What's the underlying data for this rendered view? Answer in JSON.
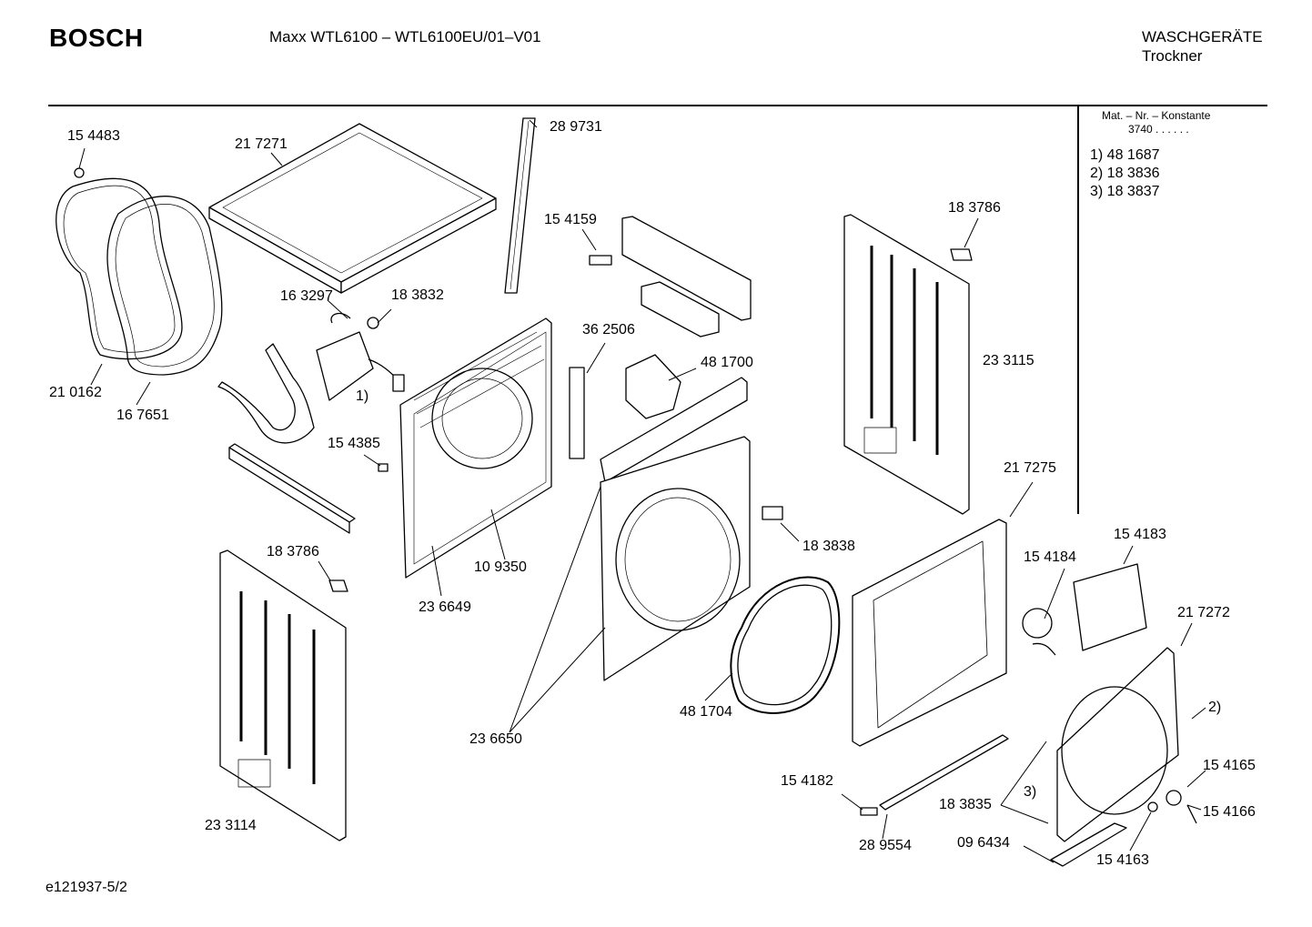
{
  "header": {
    "brand": "BOSCH",
    "model": "Maxx WTL6100 –  WTL6100EU/01–V01",
    "category_line1": "WASCHGERÄTE",
    "category_line2": "Trockner"
  },
  "sidebar": {
    "konstante_label": "Mat. – Nr. – Konstante",
    "konstante_value": "3740  .  .  .  .  .  .",
    "notes": [
      "1)  48 1687",
      "2)  18 3836",
      "3)  18 3837"
    ]
  },
  "footer": {
    "code": "e121937-5/2"
  },
  "parts": [
    {
      "id": "p1",
      "label": "15 4483"
    },
    {
      "id": "p2",
      "label": "21 7271"
    },
    {
      "id": "p3",
      "label": "28 9731"
    },
    {
      "id": "p4",
      "label": "15 4159"
    },
    {
      "id": "p5",
      "label": "18 3786"
    },
    {
      "id": "p6",
      "label": "16 3297"
    },
    {
      "id": "p7",
      "label": "18 3832"
    },
    {
      "id": "p8",
      "label": "36 2506"
    },
    {
      "id": "p9",
      "label": "48 1700"
    },
    {
      "id": "p10",
      "label": "23 3115"
    },
    {
      "id": "p11",
      "label": "1)"
    },
    {
      "id": "p12",
      "label": "21 0162"
    },
    {
      "id": "p13",
      "label": "16 7651"
    },
    {
      "id": "p14",
      "label": "15 4385"
    },
    {
      "id": "p15",
      "label": "21 7275"
    },
    {
      "id": "p16",
      "label": "18 3786"
    },
    {
      "id": "p17",
      "label": "10 9350"
    },
    {
      "id": "p18",
      "label": "18 3838"
    },
    {
      "id": "p19",
      "label": "15 4183"
    },
    {
      "id": "p20",
      "label": "15 4184"
    },
    {
      "id": "p21",
      "label": "23 6649"
    },
    {
      "id": "p22",
      "label": "21 7272"
    },
    {
      "id": "p23",
      "label": "48 1704"
    },
    {
      "id": "p24",
      "label": "2)"
    },
    {
      "id": "p25",
      "label": "23 6650"
    },
    {
      "id": "p26",
      "label": "15 4165"
    },
    {
      "id": "p27",
      "label": "15 4182"
    },
    {
      "id": "p28",
      "label": "3)"
    },
    {
      "id": "p29",
      "label": "18 3835"
    },
    {
      "id": "p30",
      "label": "15 4166"
    },
    {
      "id": "p31",
      "label": "23 3114"
    },
    {
      "id": "p32",
      "label": "28 9554"
    },
    {
      "id": "p33",
      "label": "09 6434"
    },
    {
      "id": "p34",
      "label": "15 4163"
    }
  ]
}
